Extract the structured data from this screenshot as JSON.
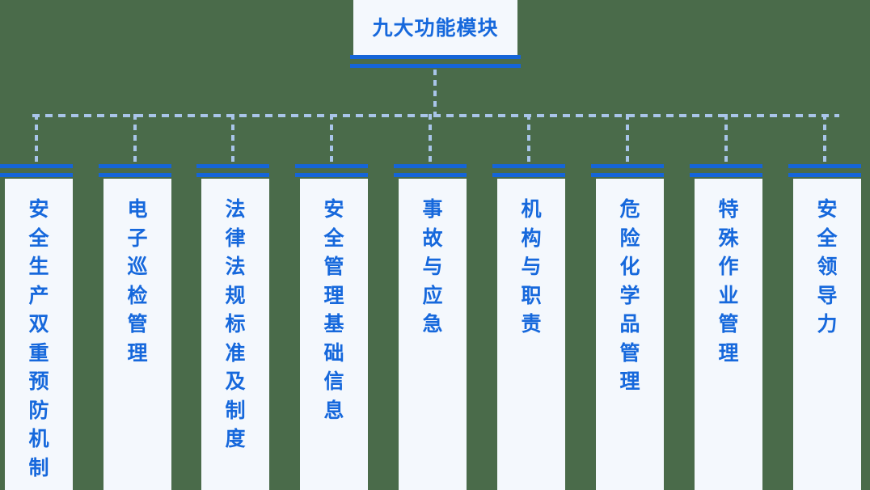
{
  "diagram": {
    "type": "org-tree",
    "orientation": "top-down",
    "root": {
      "label": "九大功能模块",
      "node_count": 9
    },
    "colors": {
      "background": "#4a6b4a",
      "node_fill": "#f4f8fd",
      "accent_bar": "#1565d8",
      "text": "#1668dc",
      "connector": "#a9c5e9"
    },
    "connectors": {
      "style": "dashed",
      "trunk": "vertical",
      "bus": "horizontal"
    },
    "leaves": [
      {
        "index": 1,
        "label": "安全生产双重预防机制"
      },
      {
        "index": 2,
        "label": "电子巡检管理"
      },
      {
        "index": 3,
        "label": "法律法规标准及制度"
      },
      {
        "index": 4,
        "label": "安全管理基础信息"
      },
      {
        "index": 5,
        "label": "事故与应急"
      },
      {
        "index": 6,
        "label": "机构与职责"
      },
      {
        "index": 7,
        "label": "危险化学品管理"
      },
      {
        "index": 8,
        "label": "特殊作业管理"
      },
      {
        "index": 9,
        "label": "安全领导力"
      }
    ]
  }
}
